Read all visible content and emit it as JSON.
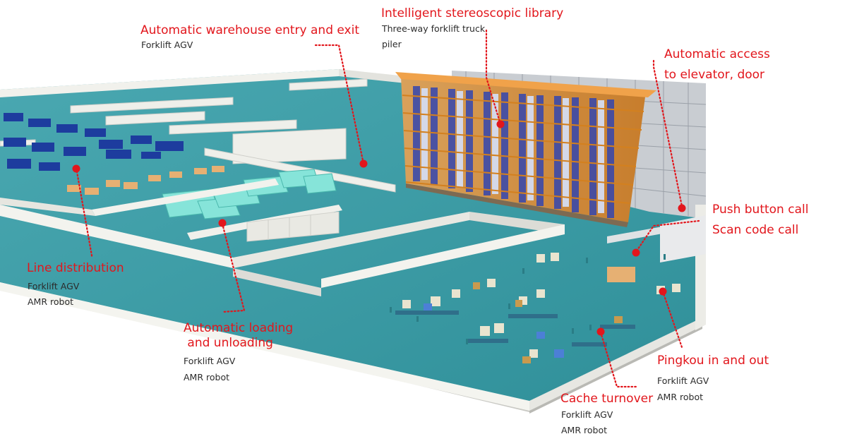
{
  "callouts": {
    "stereo_library": {
      "title": "Intelligent stereoscopic library",
      "lines": [
        "Three-way forklift truck",
        "piler"
      ]
    },
    "warehouse_entry_exit": {
      "title": "Automatic warehouse entry and exit",
      "lines": [
        "Forklift AGV"
      ]
    },
    "elevator_door": {
      "title_lines": [
        "Automatic access",
        "to elevator, door"
      ]
    },
    "push_button_call": {
      "title": "Push button call"
    },
    "scan_code_call": {
      "title": "Scan code call"
    },
    "line_distribution": {
      "title": "Line distribution",
      "lines": [
        "Forklift AGV",
        "AMR robot"
      ]
    },
    "loading_unloading": {
      "title_lines": [
        "Automatic loading",
        " and unloading"
      ],
      "lines": [
        "Forklift AGV",
        "AMR robot"
      ]
    },
    "pingkou": {
      "title": "Pingkou in and out",
      "lines": [
        "Forklift AGV",
        "AMR robot"
      ]
    },
    "cache_turnover": {
      "title": "Cache turnover",
      "lines": [
        "Forklift AGV",
        "AMR robot"
      ]
    }
  },
  "colors": {
    "accent_red": "#e2161c",
    "floor_teal": "#3f9ca6",
    "wall_white": "#efefea",
    "rack_orange": "#e38a2e",
    "rack_blue": "#2e3fa3",
    "machine_blue": "#1c3aa0",
    "conveyor_cyan": "#7fe0d6"
  }
}
